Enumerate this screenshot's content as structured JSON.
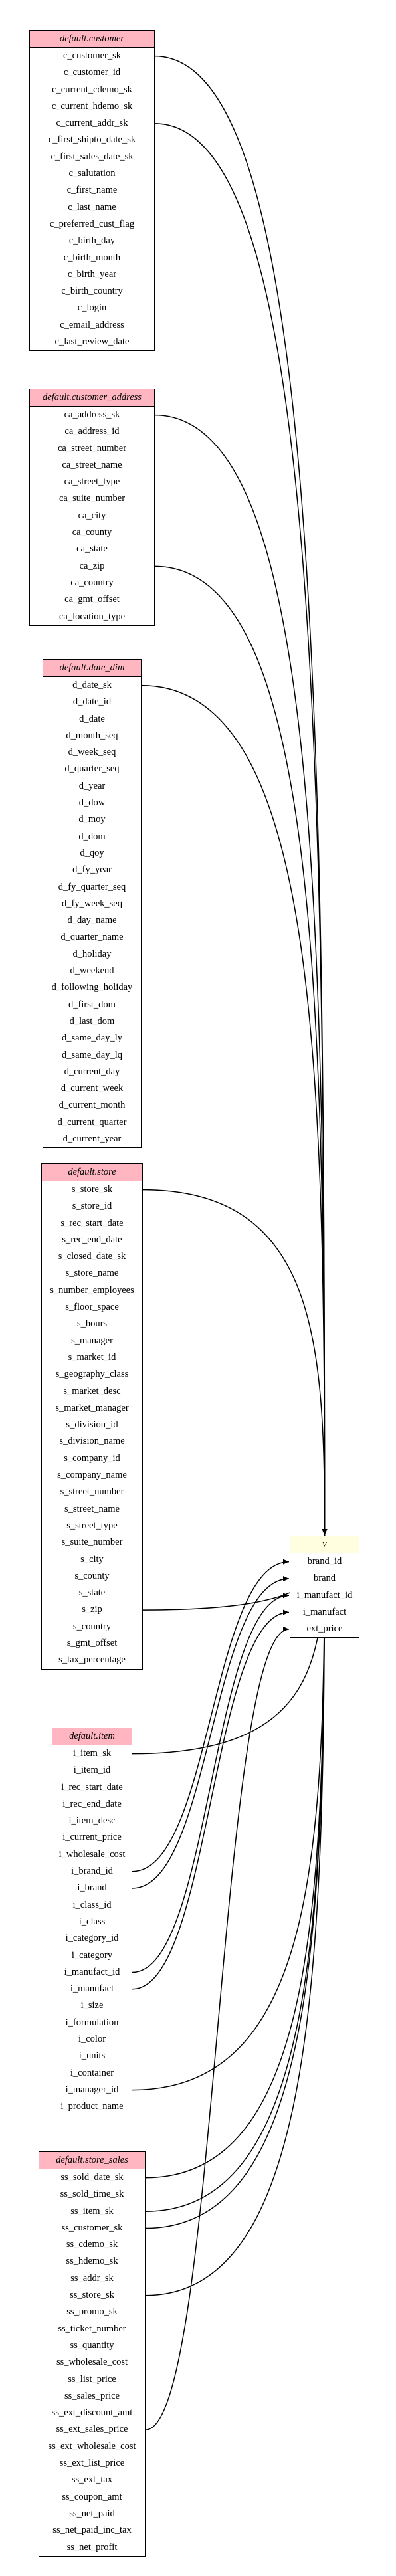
{
  "tables": [
    {
      "id": "customer",
      "title": "default.customer",
      "rows": [
        "c_customer_sk",
        "c_customer_id",
        "c_current_cdemo_sk",
        "c_current_hdemo_sk",
        "c_current_addr_sk",
        "c_first_shipto_date_sk",
        "c_first_sales_date_sk",
        "c_salutation",
        "c_first_name",
        "c_last_name",
        "c_preferred_cust_flag",
        "c_birth_day",
        "c_birth_month",
        "c_birth_year",
        "c_birth_country",
        "c_login",
        "c_email_address",
        "c_last_review_date"
      ]
    },
    {
      "id": "customer_address",
      "title": "default.customer_address",
      "rows": [
        "ca_address_sk",
        "ca_address_id",
        "ca_street_number",
        "ca_street_name",
        "ca_street_type",
        "ca_suite_number",
        "ca_city",
        "ca_county",
        "ca_state",
        "ca_zip",
        "ca_country",
        "ca_gmt_offset",
        "ca_location_type"
      ]
    },
    {
      "id": "date_dim",
      "title": "default.date_dim",
      "rows": [
        "d_date_sk",
        "d_date_id",
        "d_date",
        "d_month_seq",
        "d_week_seq",
        "d_quarter_seq",
        "d_year",
        "d_dow",
        "d_moy",
        "d_dom",
        "d_qoy",
        "d_fy_year",
        "d_fy_quarter_seq",
        "d_fy_week_seq",
        "d_day_name",
        "d_quarter_name",
        "d_holiday",
        "d_weekend",
        "d_following_holiday",
        "d_first_dom",
        "d_last_dom",
        "d_same_day_ly",
        "d_same_day_lq",
        "d_current_day",
        "d_current_week",
        "d_current_month",
        "d_current_quarter",
        "d_current_year"
      ]
    },
    {
      "id": "store",
      "title": "default.store",
      "rows": [
        "s_store_sk",
        "s_store_id",
        "s_rec_start_date",
        "s_rec_end_date",
        "s_closed_date_sk",
        "s_store_name",
        "s_number_employees",
        "s_floor_space",
        "s_hours",
        "s_manager",
        "s_market_id",
        "s_geography_class",
        "s_market_desc",
        "s_market_manager",
        "s_division_id",
        "s_division_name",
        "s_company_id",
        "s_company_name",
        "s_street_number",
        "s_street_name",
        "s_street_type",
        "s_suite_number",
        "s_city",
        "s_county",
        "s_state",
        "s_zip",
        "s_country",
        "s_gmt_offset",
        "s_tax_percentage"
      ]
    },
    {
      "id": "item",
      "title": "default.item",
      "rows": [
        "i_item_sk",
        "i_item_id",
        "i_rec_start_date",
        "i_rec_end_date",
        "i_item_desc",
        "i_current_price",
        "i_wholesale_cost",
        "i_brand_id",
        "i_brand",
        "i_class_id",
        "i_class",
        "i_category_id",
        "i_category",
        "i_manufact_id",
        "i_manufact",
        "i_size",
        "i_formulation",
        "i_color",
        "i_units",
        "i_container",
        "i_manager_id",
        "i_product_name"
      ]
    },
    {
      "id": "store_sales",
      "title": "default.store_sales",
      "rows": [
        "ss_sold_date_sk",
        "ss_sold_time_sk",
        "ss_item_sk",
        "ss_customer_sk",
        "ss_cdemo_sk",
        "ss_hdemo_sk",
        "ss_addr_sk",
        "ss_store_sk",
        "ss_promo_sk",
        "ss_ticket_number",
        "ss_quantity",
        "ss_wholesale_cost",
        "ss_list_price",
        "ss_sales_price",
        "ss_ext_discount_amt",
        "ss_ext_sales_price",
        "ss_ext_wholesale_cost",
        "ss_ext_list_price",
        "ss_ext_tax",
        "ss_coupon_amt",
        "ss_net_paid",
        "ss_net_paid_inc_tax",
        "ss_net_profit"
      ]
    },
    {
      "id": "v",
      "title": "v",
      "rows": [
        "brand_id",
        "brand",
        "i_manufact_id",
        "i_manufact",
        "ext_price"
      ]
    }
  ],
  "edges": [
    {
      "from": "customer.c_customer_sk",
      "to": "v.title"
    },
    {
      "from": "customer.c_current_addr_sk",
      "to": "v.title"
    },
    {
      "from": "customer_address.ca_address_sk",
      "to": "v.title"
    },
    {
      "from": "customer_address.ca_zip",
      "to": "v.title"
    },
    {
      "from": "date_dim.d_date_sk",
      "to": "v.title"
    },
    {
      "from": "store.s_store_sk",
      "to": "v.title"
    },
    {
      "from": "store.s_zip",
      "to": "v.title"
    },
    {
      "from": "item.i_item_sk",
      "to": "v.title"
    },
    {
      "from": "item.i_manager_id",
      "to": "v.title"
    },
    {
      "from": "store_sales.ss_sold_date_sk",
      "to": "v.title"
    },
    {
      "from": "store_sales.ss_item_sk",
      "to": "v.title"
    },
    {
      "from": "store_sales.ss_customer_sk",
      "to": "v.title"
    },
    {
      "from": "store_sales.ss_store_sk",
      "to": "v.title"
    },
    {
      "from": "item.i_brand_id",
      "to": "v.brand_id"
    },
    {
      "from": "item.i_brand",
      "to": "v.brand"
    },
    {
      "from": "item.i_manufact_id",
      "to": "v.i_manufact_id"
    },
    {
      "from": "item.i_manufact",
      "to": "v.i_manufact"
    },
    {
      "from": "store_sales.ss_ext_sales_price",
      "to": "v.ext_price"
    }
  ]
}
